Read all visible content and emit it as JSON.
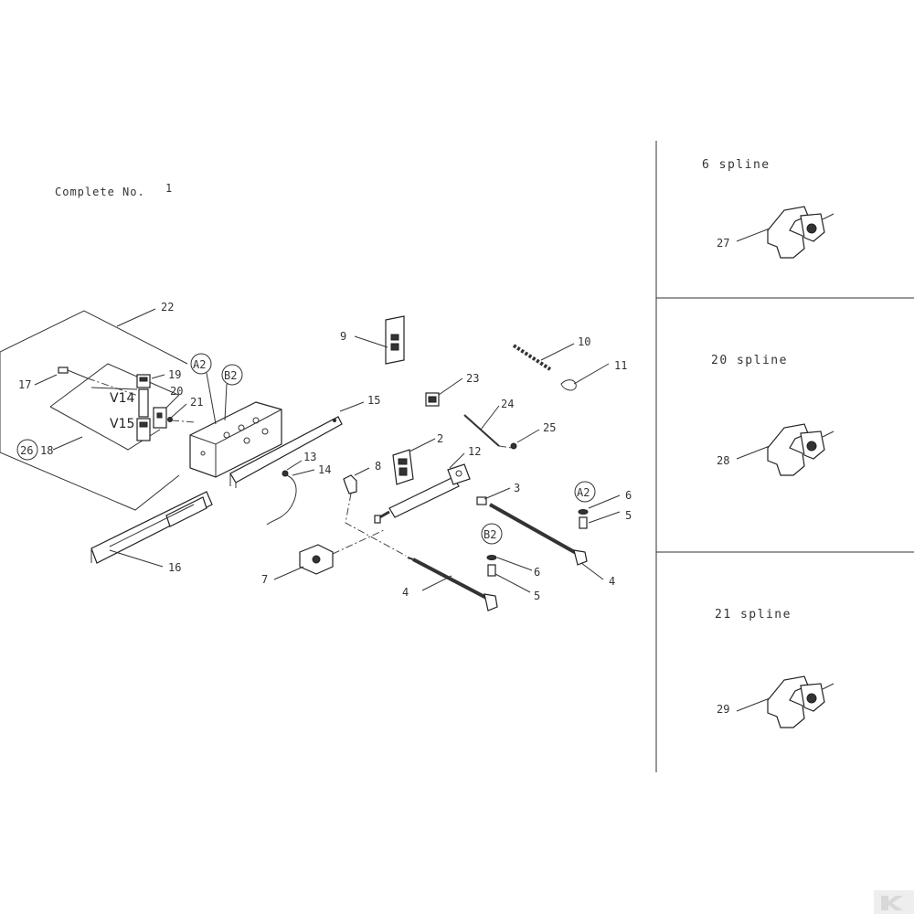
{
  "diagram": {
    "complete_label": "Complete No.",
    "complete_value": "1",
    "callouts": {
      "c2": "2",
      "c3": "3",
      "c4a": "4",
      "c4b": "4",
      "c5a": "5",
      "c5b": "5",
      "c6a": "6",
      "c6b": "6",
      "c7": "7",
      "c8": "8",
      "c9": "9",
      "c10": "10",
      "c11": "11",
      "c12": "12",
      "c13": "13",
      "c14": "14",
      "c15": "15",
      "c16": "16",
      "c17": "17",
      "c18": "18",
      "c19": "19",
      "c20": "20",
      "c21": "21",
      "c22": "22",
      "c23": "23",
      "c24": "24",
      "c25": "25",
      "c26": "26"
    },
    "markers": {
      "a2_top": "A2",
      "b2_top": "B2",
      "a2_right": "A2",
      "b2_mid": "B2"
    },
    "valve_labels": {
      "v14": "V14",
      "v15": "V15"
    }
  },
  "panels": [
    {
      "title": "6 spline",
      "part": "27"
    },
    {
      "title": "20 spline",
      "part": "28"
    },
    {
      "title": "21 spline",
      "part": "29"
    }
  ],
  "brand_mark": "K"
}
